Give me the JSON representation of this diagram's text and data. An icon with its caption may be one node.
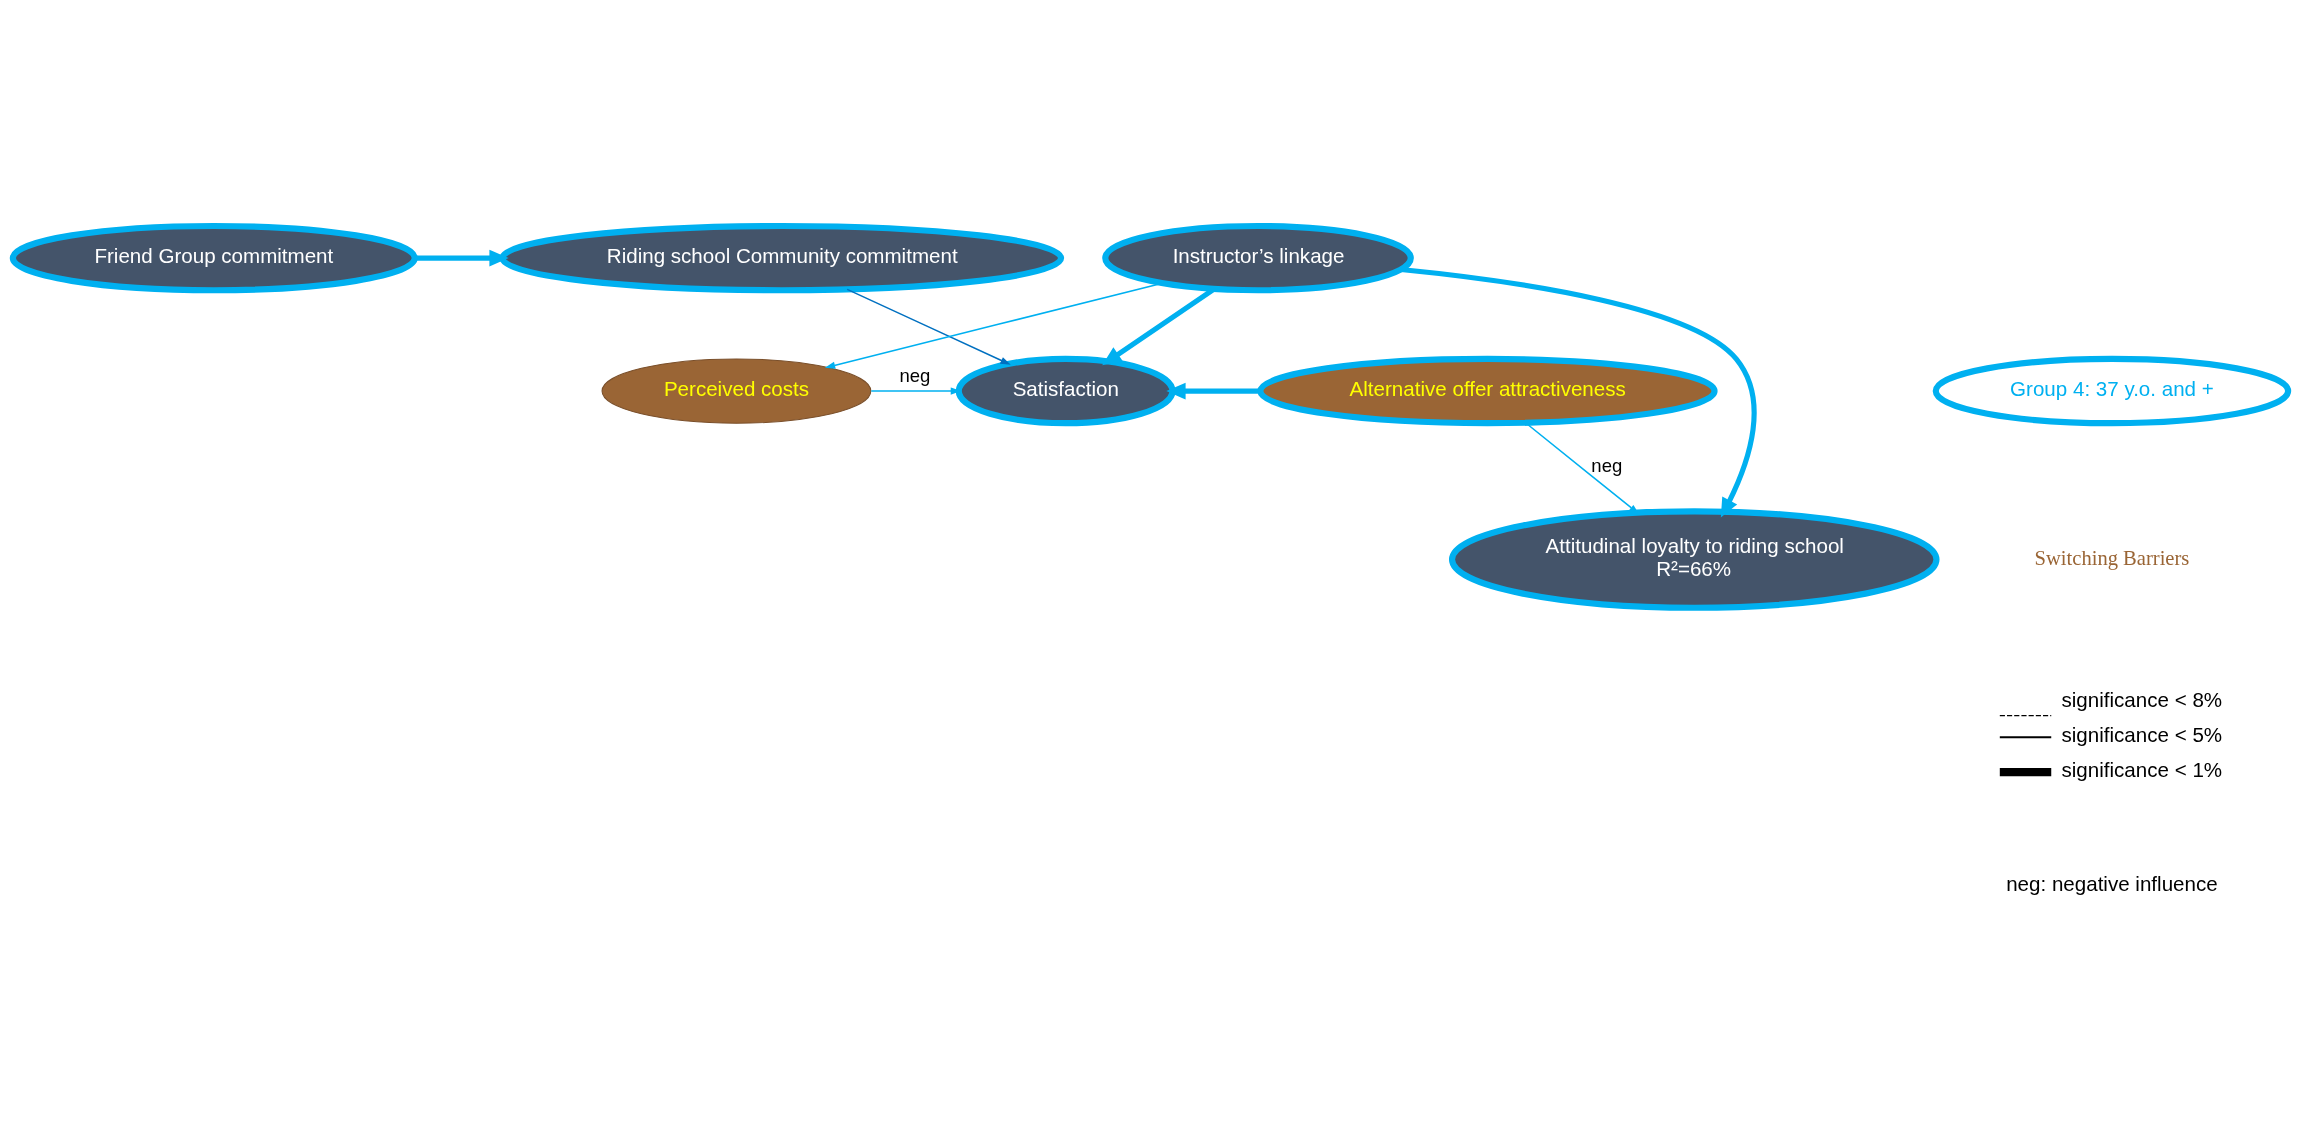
{
  "diagram": {
    "nodes": [
      {
        "text": [
          "Friend Group commitment"
        ]
      },
      {
        "text": [
          "Riding school Community commitment"
        ]
      },
      {
        "text": [
          "Instructor’s linkage"
        ]
      },
      {
        "text": [
          "Satisfaction"
        ]
      },
      {
        "text": [
          "Group 4: 37 y.o. and +"
        ]
      },
      {
        "text": [
          "Alternative offer attractiveness"
        ]
      },
      {
        "text": [
          "Perceived costs"
        ]
      },
      {
        "text": [
          "Attitudinal loyalty to riding school",
          "R²=66%"
        ]
      }
    ],
    "edges": [
      {
        "from": 0,
        "to": 1,
        "arrow": "to",
        "style": "thick"
      },
      {
        "from": 1,
        "to": 3,
        "arrow": "to",
        "color": "#0070c0"
      },
      {
        "from": 2,
        "to": 3,
        "arrow": "to",
        "style": "thick"
      },
      {
        "from": 2,
        "to": 7,
        "arrow": "to",
        "style": "thick"
      },
      {
        "from": 2,
        "to": 6,
        "arrow": "to"
      },
      {
        "from": 6,
        "to": 3,
        "arrow": "to",
        "label": "neg"
      },
      {
        "from": 5,
        "to": 3,
        "arrow": "to",
        "style": "thick"
      },
      {
        "from": 5,
        "to": 7,
        "arrow": "to",
        "label": "neg"
      }
    ],
    "labels": [
      "Switching Barriers",
      "neg: negative influence"
    ],
    "legend": [
      {
        "text": "significance < 8%"
      },
      {
        "text": "significance < 5%"
      },
      {
        "text": "significance < 1%"
      }
    ]
  }
}
